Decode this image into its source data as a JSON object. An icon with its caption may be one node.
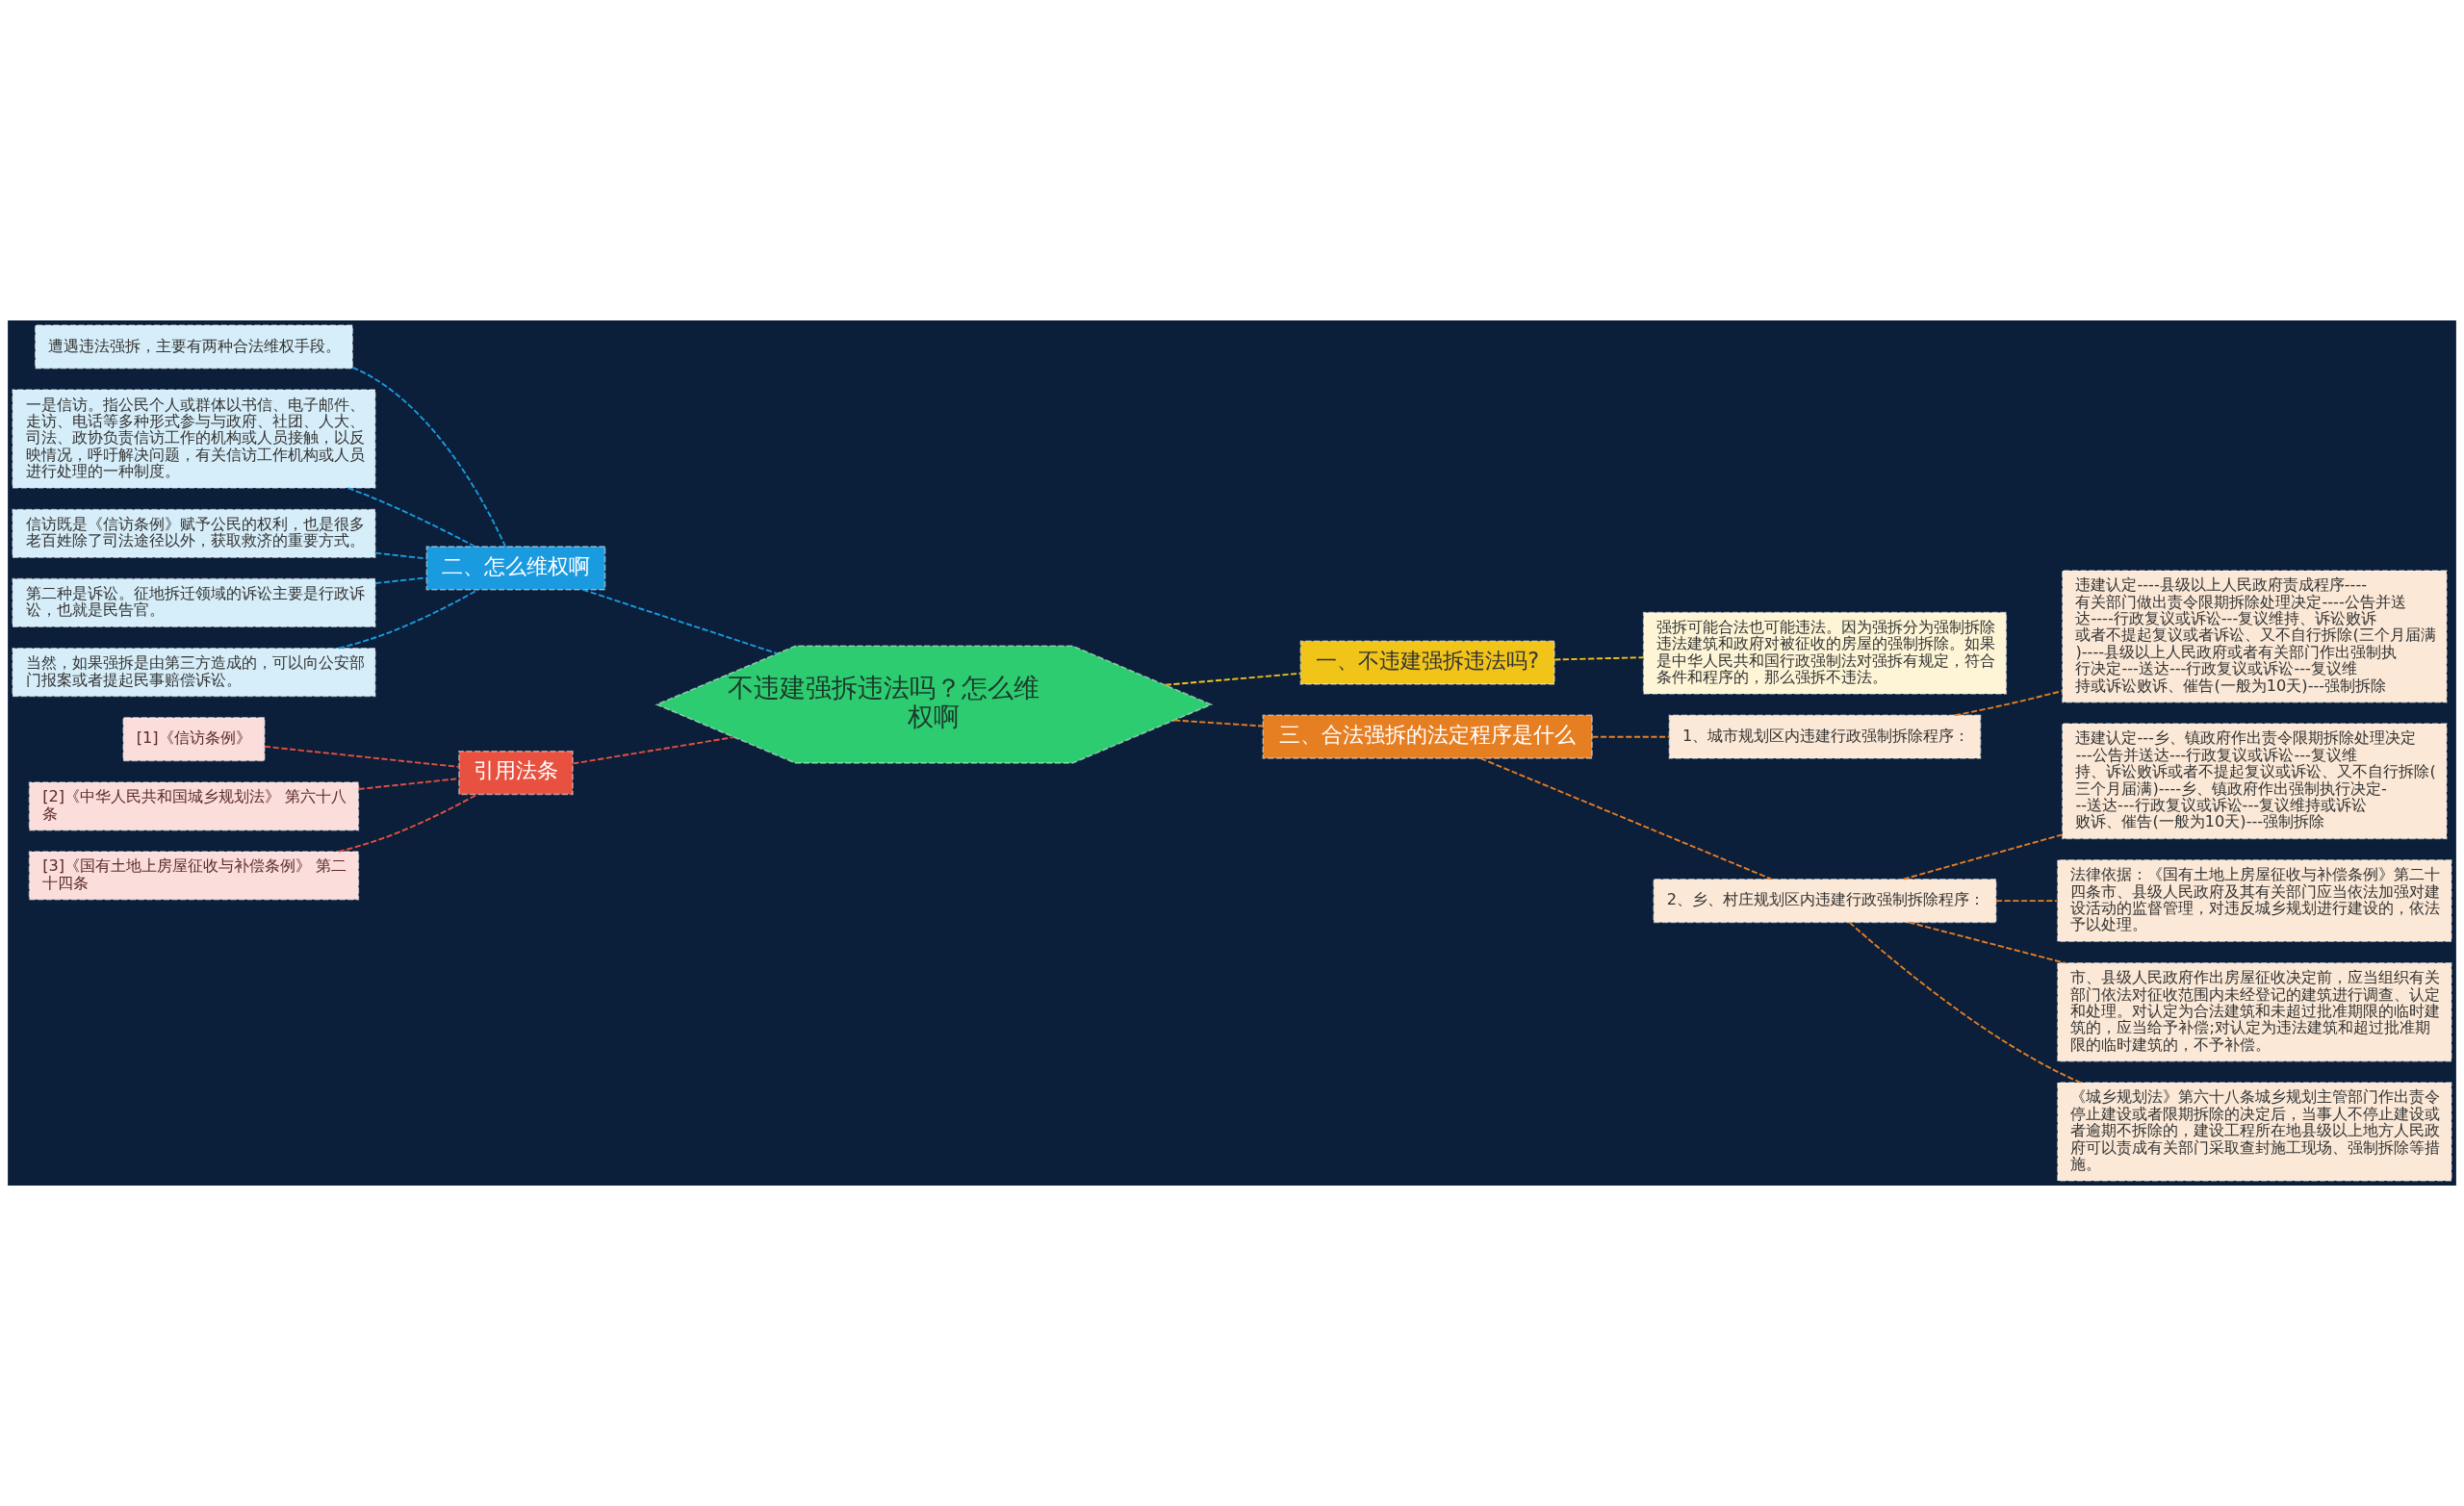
{
  "diagram": {
    "nodes": [
      {
        "text": [
          "不违建强拆违法吗？怎么维权啊"
        ]
      },
      {
        "text": [
          "二、怎么维权啊"
        ]
      },
      {
        "text": [
          "遭遇违法强拆，主要有两种合法维权手段。"
        ]
      },
      {
        "text": [
          "一是信访。指公民个人或群体以书信、电子邮件、走访、电话等多种形式参与与政府、社团、人大、司法、政协负责信访工作的机构或人员接触，以反映情况，呼吁解决问题，有关信访工作机构或人员进行处理的一种制度。"
        ]
      },
      {
        "text": [
          "信访既是《信访条例》赋予公民的权利，也是很多老百姓除了司法途径以外，获取救济的重要方式。"
        ]
      },
      {
        "text": [
          "第二种是诉讼。征地拆迁领域的诉讼主要是行政诉讼，也就是民告官。"
        ]
      },
      {
        "text": [
          "当然，如果强拆是由第三方造成的，可以向公安部门报案或者提起民事赔偿诉讼。"
        ]
      },
      {
        "text": [
          "引用法条"
        ]
      },
      {
        "text": [
          "[1]《信访条例》"
        ]
      },
      {
        "text": [
          "[2]《中华人民共和国城乡规划法》 第六十八条"
        ]
      },
      {
        "text": [
          "[3]《国有土地上房屋征收与补偿条例》 第二十四条"
        ]
      },
      {
        "text": [
          "一、不违建强拆违法吗?"
        ]
      },
      {
        "text": [
          "强拆可能合法也可能违法。因为强拆分为强制拆除违法建筑和政府对被征收的房屋的强制拆除。如果是中华人民共和国行政强制法对强拆有规定，符合条件和程序的，那么强拆不违法。"
        ]
      },
      {
        "text": [
          "三、合法强拆的法定程序是什么"
        ]
      },
      {
        "text": [
          "1、城市规划区内违建行政强制拆除程序："
        ]
      },
      {
        "text": [
          "违建认定----县级以上人民政府责成程序----有关部门做出责令限期拆除处理决定----公告并送达----行政复议或诉讼---复议维持、诉讼败诉或者不提起复议或者诉讼、又不自行拆除(三个月届满)----县级以上人民政府或者有关部门作出强制执行决定---送达---行政复议或诉讼---复议维持或诉讼败诉、催告(一般为10天)---强制拆除"
        ]
      },
      {
        "text": [
          "2、乡、村庄规划区内违建行政强制拆除程序："
        ]
      },
      {
        "text": [
          "违建认定---乡、镇政府作出责令限期拆除处理决定---公告并送达---行政复议或诉讼---复议维持、诉讼败诉或者不提起复议或诉讼、又不自行拆除(三个月届满)----乡、镇政府作出强制执行决定---送达---行政复议或诉讼---复议维持或诉讼败诉、催告(一般为10天)---强制拆除"
        ]
      },
      {
        "text": [
          "法律依据：《国有土地上房屋征收与补偿条例》第二十四条市、县级人民政府及其有关部门应当依法加强对建设活动的监督管理，对违反城乡规划进行建设的，依法予以处理。"
        ]
      },
      {
        "text": [
          "市、县级人民政府作出房屋征收决定前，应当组织有关部门依法对征收范围内未经登记的建筑进行调查、认定和处理。对认定为合法建筑和未超过批准期限的临时建筑的，应当给予补偿;对认定为违法建筑和超过批准期限的临时建筑的，不予补偿。"
        ]
      },
      {
        "text": [
          "《城乡规划法》第六十八条城乡规划主管部门作出责令停止建设或者限期拆除的决定后，当事人不停止建设或者逾期不拆除的，建设工程所在地县级以上地方人民政府可以责成有关部门采取查封施工现场、强制拆除等措施。"
        ]
      }
    ],
    "edges": [
      {
        "from": 0,
        "to": 1,
        "arrow": "none",
        "style": "dashed",
        "color": "#1a9be0"
      },
      {
        "from": 1,
        "to": 2,
        "arrow": "none",
        "style": "dashed",
        "color": "#1a9be0"
      },
      {
        "from": 1,
        "to": 3,
        "arrow": "none",
        "style": "dashed",
        "color": "#1a9be0"
      },
      {
        "from": 1,
        "to": 4,
        "arrow": "none",
        "style": "dashed",
        "color": "#1a9be0"
      },
      {
        "from": 1,
        "to": 5,
        "arrow": "none",
        "style": "dashed",
        "color": "#1a9be0"
      },
      {
        "from": 1,
        "to": 6,
        "arrow": "none",
        "style": "dashed",
        "color": "#1a9be0"
      },
      {
        "from": 0,
        "to": 7,
        "arrow": "none",
        "style": "dashed",
        "color": "#e8503f"
      },
      {
        "from": 7,
        "to": 8,
        "arrow": "none",
        "style": "dashed",
        "color": "#e8503f"
      },
      {
        "from": 7,
        "to": 9,
        "arrow": "none",
        "style": "dashed",
        "color": "#e8503f"
      },
      {
        "from": 7,
        "to": 10,
        "arrow": "none",
        "style": "dashed",
        "color": "#e8503f"
      },
      {
        "from": 0,
        "to": 11,
        "arrow": "none",
        "style": "dashed",
        "color": "#f0c419"
      },
      {
        "from": 11,
        "to": 12,
        "arrow": "none",
        "style": "dashed",
        "color": "#f0c419"
      },
      {
        "from": 0,
        "to": 13,
        "arrow": "none",
        "style": "dashed",
        "color": "#e67e22"
      },
      {
        "from": 13,
        "to": 14,
        "arrow": "none",
        "style": "dashed",
        "color": "#e67e22"
      },
      {
        "from": 14,
        "to": 15,
        "arrow": "none",
        "style": "dashed",
        "color": "#e67e22"
      },
      {
        "from": 13,
        "to": 16,
        "arrow": "none",
        "style": "dashed",
        "color": "#e67e22"
      },
      {
        "from": 16,
        "to": 17,
        "arrow": "none",
        "style": "dashed",
        "color": "#e67e22"
      },
      {
        "from": 16,
        "to": 18,
        "arrow": "none",
        "style": "dashed",
        "color": "#e67e22"
      },
      {
        "from": 16,
        "to": 19,
        "arrow": "none",
        "style": "dashed",
        "color": "#e67e22"
      },
      {
        "from": 16,
        "to": 20,
        "arrow": "none",
        "style": "dashed",
        "color": "#e67e22"
      }
    ]
  }
}
